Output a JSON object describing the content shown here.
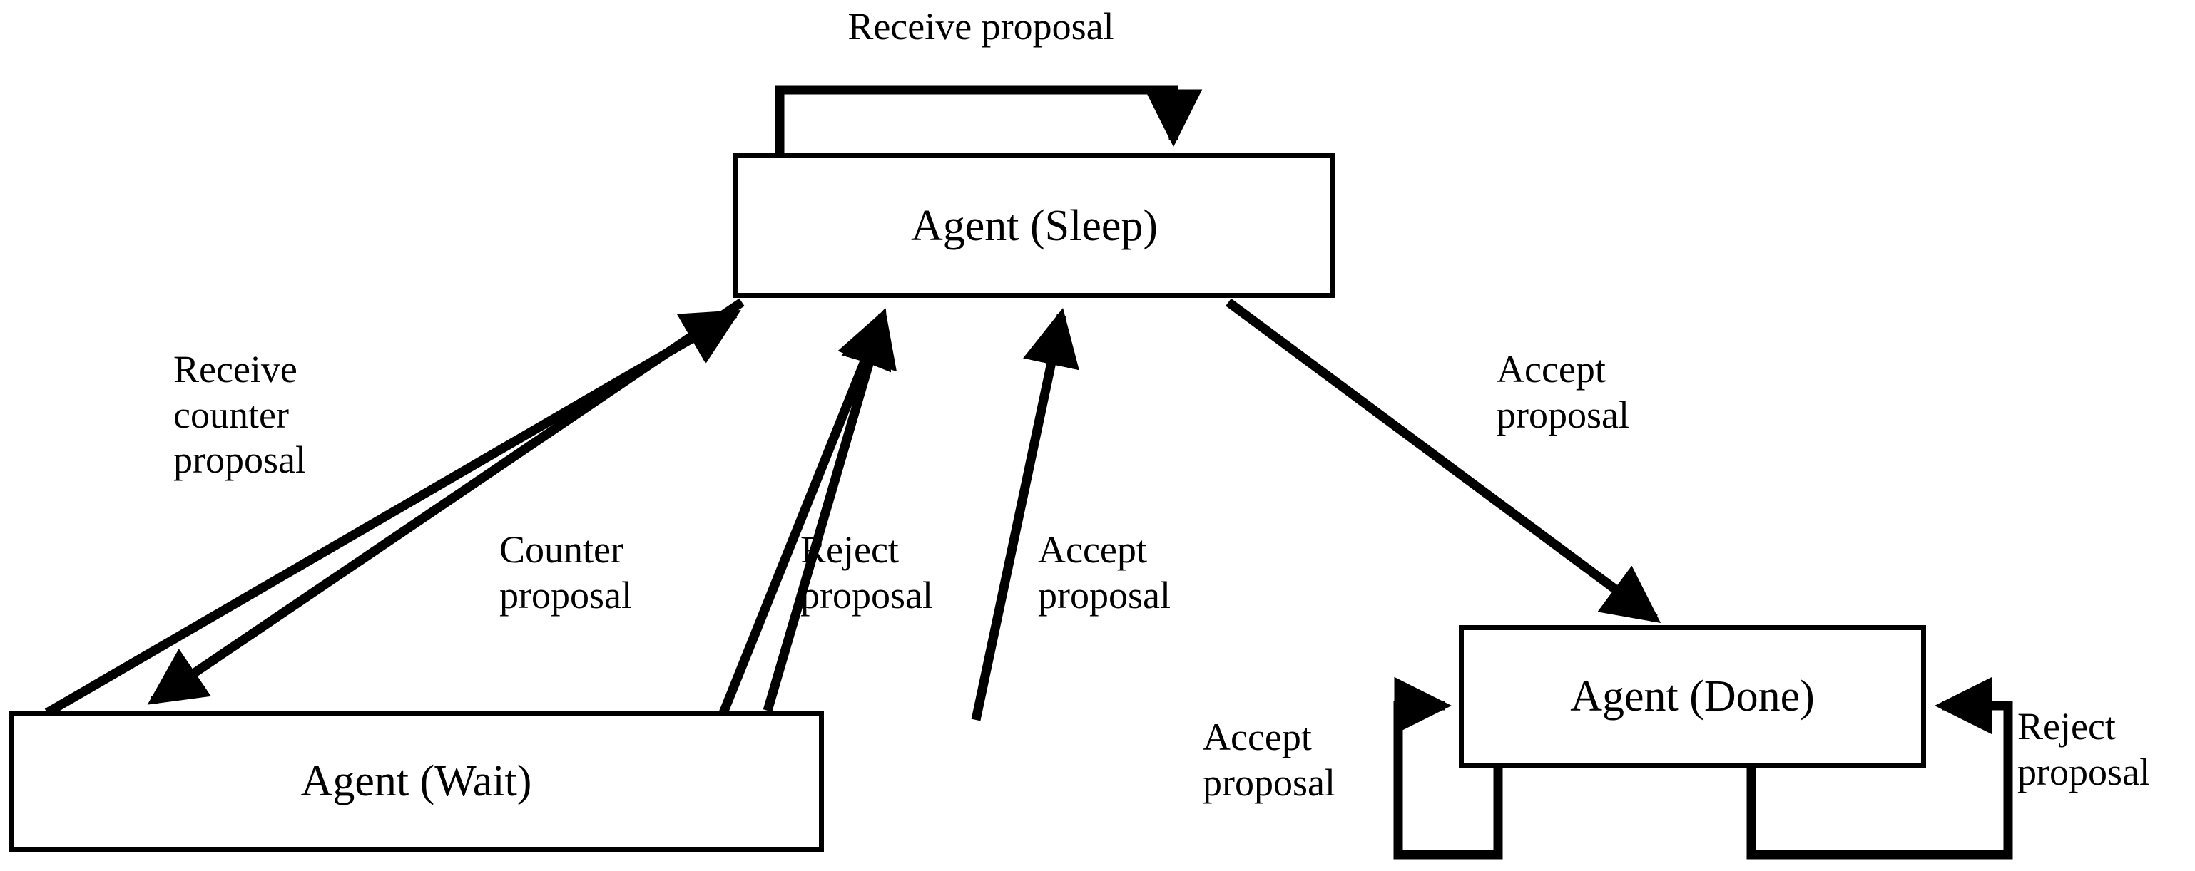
{
  "diagram": {
    "title": "Agent negotiation state diagram",
    "type": "state-machine",
    "stroke_color": "#000000",
    "background_color": "#ffffff"
  },
  "states": [
    {
      "id": "sleep",
      "label": "Agent (Sleep)"
    },
    {
      "id": "wait",
      "label": "Agent (Wait)"
    },
    {
      "id": "done",
      "label": "Agent (Done)"
    }
  ],
  "transitions": [
    {
      "id": "t1",
      "from": "sleep",
      "to": "sleep",
      "label": "Receive proposal"
    },
    {
      "id": "t2",
      "from": "wait",
      "to": "sleep",
      "label": "Counter proposal"
    },
    {
      "id": "t3",
      "from": "wait",
      "to": "sleep",
      "label": "Reject proposal"
    },
    {
      "id": "t4",
      "from": "wait",
      "to": "sleep",
      "label": "Accept proposal"
    },
    {
      "id": "t5",
      "from": "sleep",
      "to": "wait",
      "label": "Receive counter proposal"
    },
    {
      "id": "t6",
      "from": "sleep",
      "to": "done",
      "label": "Accept proposal"
    },
    {
      "id": "t7",
      "from": "done",
      "to": "done",
      "label": "Accept proposal"
    },
    {
      "id": "t8",
      "from": "done",
      "to": "done",
      "label": "Reject proposal"
    }
  ],
  "labels": {
    "receive_proposal": "Receive proposal",
    "receive_counter_proposal": "Receive\ncounter\nproposal",
    "counter_proposal": "Counter\nproposal",
    "reject_proposal": "Reject\nproposal",
    "accept_proposal_wait_to_sleep": "Accept\nproposal",
    "accept_proposal_sleep_to_done": "Accept\nproposal",
    "accept_proposal_done_loop": "Accept\nproposal",
    "reject_proposal_done_loop": "Reject\nproposal"
  }
}
